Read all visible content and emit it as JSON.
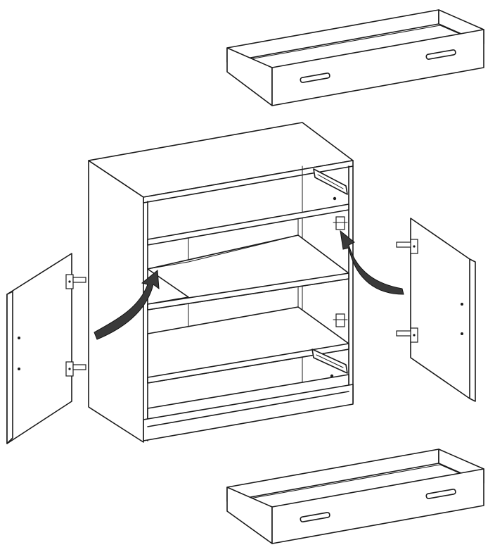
{
  "diagram": {
    "type": "furniture-assembly-drawing",
    "parts": [
      "cabinet",
      "left-door",
      "right-door",
      "top-drawer",
      "bottom-drawer"
    ],
    "hinges_per_door": 2,
    "drawer_slides": 2,
    "arrows": 2,
    "colors": {
      "line": "#1a1a1a",
      "arrow": "#3a3a3a",
      "background": "#ffffff"
    }
  }
}
